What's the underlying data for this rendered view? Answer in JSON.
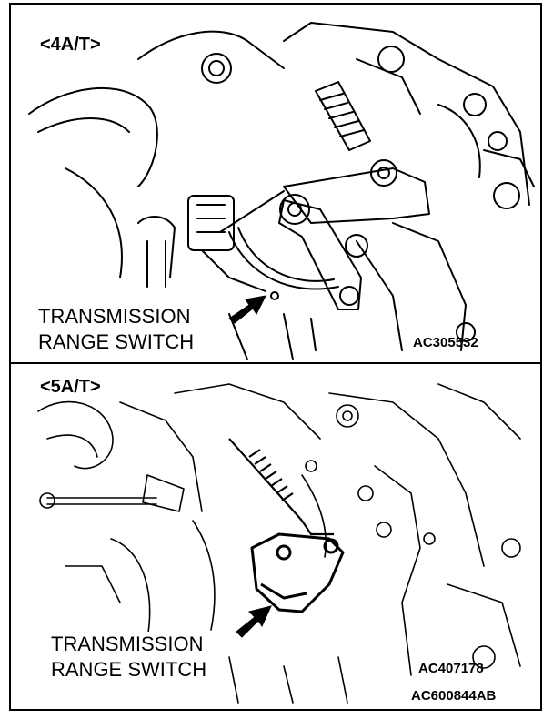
{
  "panels": [
    {
      "tag": "<4A/T>",
      "callout_line1": "TRANSMISSION",
      "callout_line2": "RANGE SWITCH",
      "code": "AC305532"
    },
    {
      "tag": "<5A/T>",
      "callout_line1": "TRANSMISSION",
      "callout_line2": "RANGE SWITCH",
      "code": "AC407178"
    }
  ],
  "figure_code": "AC600844AB"
}
